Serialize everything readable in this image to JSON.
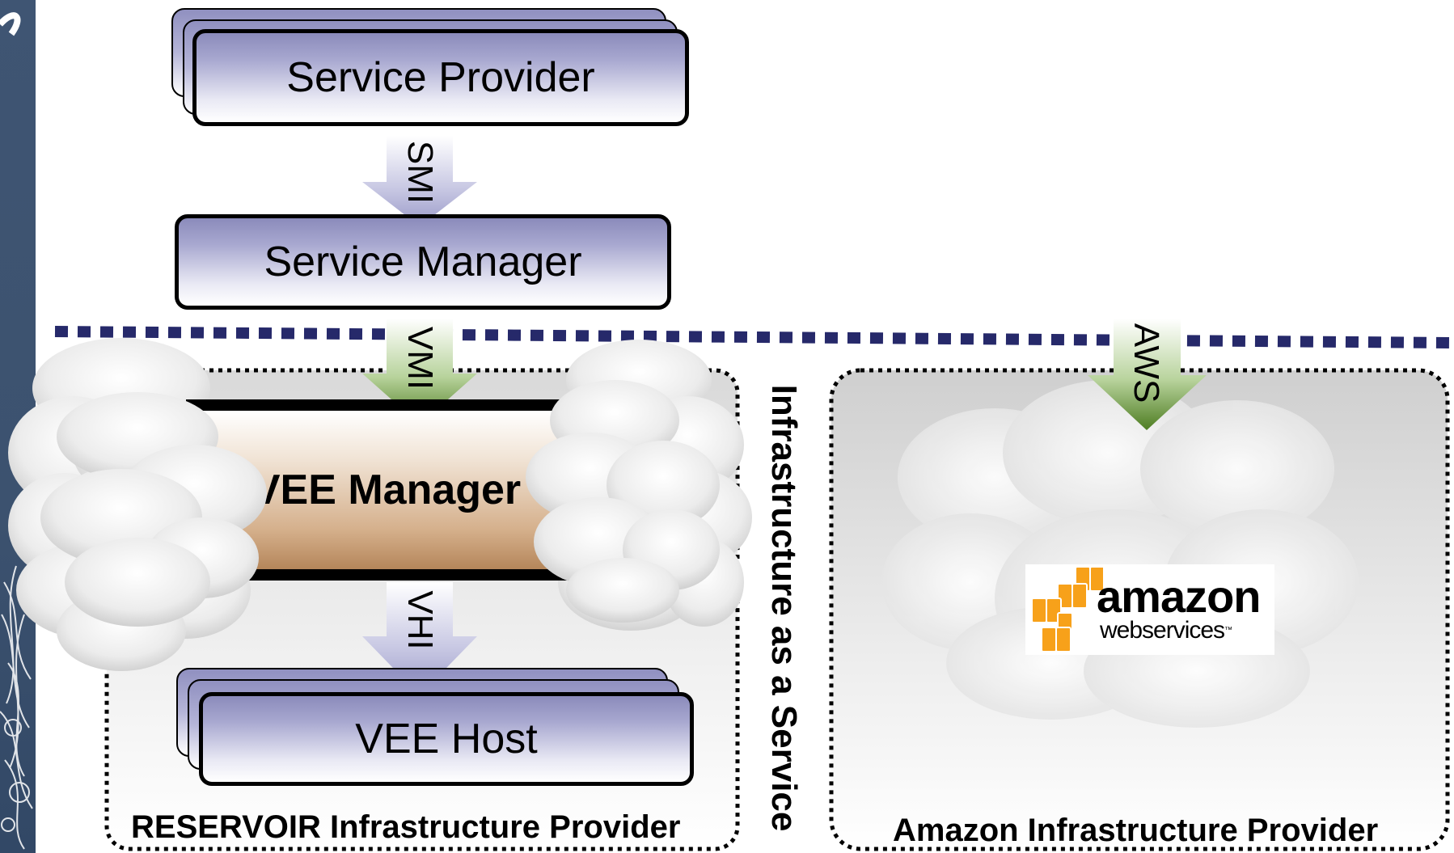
{
  "boxes": {
    "service_provider": "Service Provider",
    "service_manager": "Service Manager",
    "vee_manager": "VEE Manager",
    "vee_host": "VEE Host"
  },
  "interfaces": {
    "smi": "SMI",
    "vmi": "VMI",
    "vhi": "VHI",
    "aws": "AWS"
  },
  "side_label": "Infrastructure as a Service",
  "providers": {
    "reservoir": "RESERVOIR Infrastructure Provider",
    "amazon": "Amazon Infrastructure Provider"
  },
  "logo": {
    "main": "amazon",
    "sub": "webservices",
    "tm": "™"
  },
  "colors": {
    "box_fill": "#a8a8d0",
    "vee_manager_fill": "#d5b08c",
    "arrow_blue": "#a9a9d2",
    "arrow_green": "#5a8a2a",
    "dotted_line": "#26296a",
    "aws_orange": "#f7a11a"
  },
  "icons": [
    "cloud-icon",
    "aws-cubes-icon",
    "arrow-icon"
  ]
}
